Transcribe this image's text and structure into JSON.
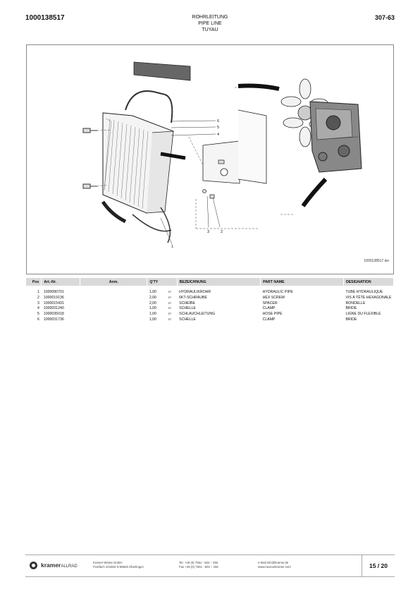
{
  "header": {
    "doc_number": "1000138517",
    "page_code": "307-63",
    "title_de": "ROHRLEITUNG",
    "title_en": "PIPE LINE",
    "title_fr": "TUYAU"
  },
  "drawing": {
    "reference": "1000138517.iso",
    "callouts": [
      "1",
      "2",
      "3",
      "4",
      "5",
      "6"
    ]
  },
  "table": {
    "headers": {
      "pos": "Pos",
      "art_nr": "Art.-Nr.",
      "anm": "Anm.",
      "qty": "Q'TY",
      "bezeichnung": "BEZEICHNUNG",
      "part_name": "PART NAME",
      "designation": "DESIGNATION"
    },
    "rows": [
      {
        "pos": "1",
        "art_nr": "1000090701",
        "anm": "",
        "qty": "1,00",
        "unit": "ST",
        "bezeichnung": "HYDRAULIKROHR",
        "part_name": "HYDRAULIC PIPE",
        "designation": "TUBE HYDRAULIQUE"
      },
      {
        "pos": "2",
        "art_nr": "1000019136",
        "anm": "",
        "qty": "2,00",
        "unit": "ST",
        "bezeichnung": "6KT-SCHRAUBE",
        "part_name": "HEX SCREW",
        "designation": "VIS À TÊTE HEXAGONALE"
      },
      {
        "pos": "3",
        "art_nr": "1000015431",
        "anm": "",
        "qty": "2,00",
        "unit": "ST",
        "bezeichnung": "SCHEIBE",
        "part_name": "SPACER",
        "designation": "RONDELLE"
      },
      {
        "pos": "4",
        "art_nr": "1000031240",
        "anm": "",
        "qty": "1,00",
        "unit": "ST",
        "bezeichnung": "SCHELLE",
        "part_name": "CLAMP",
        "designation": "BRIDE"
      },
      {
        "pos": "5",
        "art_nr": "1000035018",
        "anm": "",
        "qty": "1,00",
        "unit": "ST",
        "bezeichnung": "SCHLAUCHLEITUNG",
        "part_name": "HOSE PIPE",
        "designation": "LIGNE DU FLEXIBLE"
      },
      {
        "pos": "6",
        "art_nr": "1000031736",
        "anm": "",
        "qty": "1,00",
        "unit": "ST",
        "bezeichnung": "SCHELLE",
        "part_name": "CLAMP",
        "designation": "BRIDE"
      }
    ]
  },
  "footer": {
    "logo_bold": "kramer",
    "logo_light": "ALLRAD",
    "company_line1": "Kramer-Werke GmbH",
    "company_line2": "Postfach 101563 D-88645 Überlingen",
    "phone": "Tel. +49 (0) 7551 - 602 – 450",
    "fax": "Fax +49 (0) 7551 - 602 – 156",
    "email": "e-Mail info@kramer.de",
    "web": "www.neusonkramer.com",
    "page": "15 / 20"
  }
}
